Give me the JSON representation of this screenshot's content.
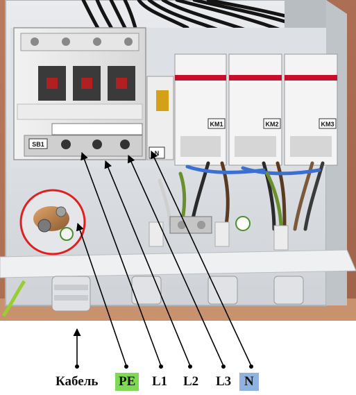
{
  "labels": {
    "cable": "Кабель",
    "pe": "PE",
    "l1": "L1",
    "l2": "L2",
    "l3": "L3",
    "n": "N"
  },
  "panel_marks": {
    "km1": "KM1",
    "km2": "KM2",
    "km3": "KM3",
    "sb1": "SB1",
    "n_block": "N"
  },
  "colors": {
    "pe_highlight": "#7ed957",
    "n_highlight": "#8fb3df",
    "ground_circle": "#e02020"
  }
}
